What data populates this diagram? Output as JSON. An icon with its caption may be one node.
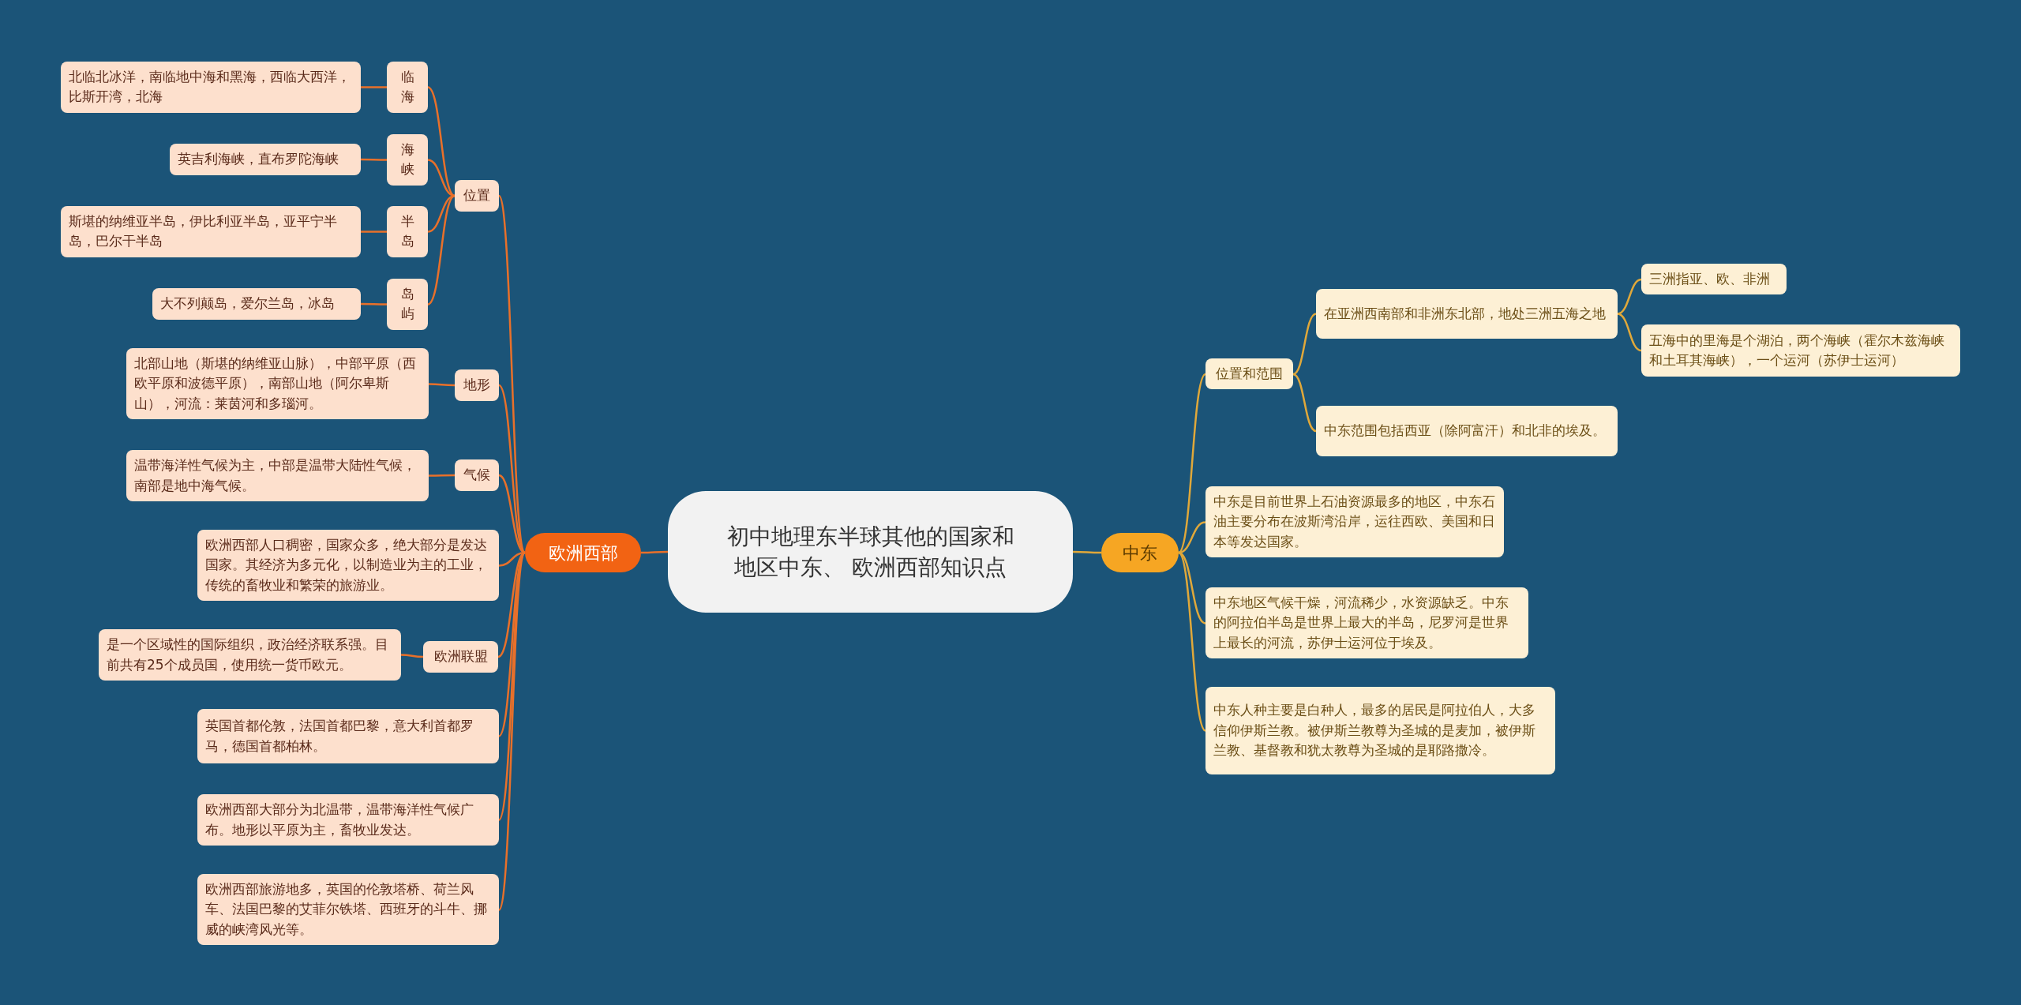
{
  "diagram": {
    "nodes": [
      {
        "text": [
          "初中地理东半球其他的国家和地区中东、 欧洲西部知识点"
        ]
      },
      {
        "text": [
          "欧洲西部"
        ]
      },
      {
        "text": [
          "位置"
        ]
      },
      {
        "text": [
          "临海"
        ]
      },
      {
        "text": [
          "北临北冰洋，南临地中海和黑海，西临大西洋，比斯开湾，北海"
        ]
      },
      {
        "text": [
          "海峡"
        ]
      },
      {
        "text": [
          "英吉利海峡，直布罗陀海峡"
        ]
      },
      {
        "text": [
          "半岛"
        ]
      },
      {
        "text": [
          "斯堪的纳维亚半岛，伊比利亚半岛，亚平宁半岛，巴尔干半岛"
        ]
      },
      {
        "text": [
          "岛屿"
        ]
      },
      {
        "text": [
          "大不列颠岛，爱尔兰岛，冰岛"
        ]
      },
      {
        "text": [
          "地形"
        ]
      },
      {
        "text": [
          "北部山地（斯堪的纳维亚山脉），中部平原（西欧平原和波德平原），南部山地（阿尔卑斯山），河流：莱茵河和多瑙河。"
        ]
      },
      {
        "text": [
          "气候"
        ]
      },
      {
        "text": [
          "温带海洋性气候为主，中部是温带大陆性气候，南部是地中海气候。"
        ]
      },
      {
        "text": [
          "欧洲西部人口稠密，国家众多，绝大部分是发达国家。其经济为多元化，以制造业为主的工业，传统的畜牧业和繁荣的旅游业。"
        ]
      },
      {
        "text": [
          "欧洲联盟"
        ]
      },
      {
        "text": [
          "是一个区域性的国际组织，政治经济联系强。目前共有25个成员国，使用统一货币欧元。"
        ]
      },
      {
        "text": [
          "英国首都伦敦，法国首都巴黎，意大利首都罗马，德国首都柏林。"
        ]
      },
      {
        "text": [
          "欧洲西部大部分为北温带，温带海洋性气候广布。地形以平原为主，畜牧业发达。"
        ]
      },
      {
        "text": [
          "欧洲西部旅游地多，英国的伦敦塔桥、荷兰风车、法国巴黎的艾菲尔铁塔、西班牙的斗牛、挪威的峡湾风光等。"
        ]
      },
      {
        "text": [
          "中东"
        ]
      },
      {
        "text": [
          "位置和范围"
        ]
      },
      {
        "text": [
          "在亚洲西南部和非洲东北部，地处三洲五海之地"
        ]
      },
      {
        "text": [
          "三洲指亚、欧、非洲"
        ]
      },
      {
        "text": [
          "五海中的里海是个湖泊，两个海峡（霍尔木兹海峡和土耳其海峡），一个运河（苏伊士运河）"
        ]
      },
      {
        "text": [
          "中东范围包括西亚（除阿富汗）和北非的埃及。"
        ]
      },
      {
        "text": [
          "中东是目前世界上石油资源最多的地区，中东石油主要分布在波斯湾沿岸，运往西欧、美国和日本等发达国家。"
        ]
      },
      {
        "text": [
          "中东地区气候干燥，河流稀少，水资源缺乏。中东的阿拉伯半岛是世界上最大的半岛，尼罗河是世界上最长的河流，苏伊士运河位于埃及。"
        ]
      },
      {
        "text": [
          "中东人种主要是白种人，最多的居民是阿拉伯人，大多信仰伊斯兰教。被伊斯兰教尊为圣城的是麦加，被伊斯兰教、基督教和犹太教尊为圣城的是耶路撒冷。"
        ]
      }
    ],
    "edges": [
      {
        "from": 0,
        "to": 1,
        "arrow": "none"
      },
      {
        "from": 0,
        "to": 21,
        "arrow": "none",
        "color": "#e0a83a"
      },
      {
        "from": 1,
        "to": 2,
        "arrow": "none"
      },
      {
        "from": 2,
        "to": 3,
        "arrow": "none"
      },
      {
        "from": 3,
        "to": 4,
        "arrow": "none"
      },
      {
        "from": 2,
        "to": 5,
        "arrow": "none"
      },
      {
        "from": 5,
        "to": 6,
        "arrow": "none"
      },
      {
        "from": 2,
        "to": 7,
        "arrow": "none"
      },
      {
        "from": 7,
        "to": 8,
        "arrow": "none"
      },
      {
        "from": 2,
        "to": 9,
        "arrow": "none"
      },
      {
        "from": 9,
        "to": 10,
        "arrow": "none"
      },
      {
        "from": 1,
        "to": 11,
        "arrow": "none"
      },
      {
        "from": 11,
        "to": 12,
        "arrow": "none"
      },
      {
        "from": 1,
        "to": 13,
        "arrow": "none"
      },
      {
        "from": 13,
        "to": 14,
        "arrow": "none"
      },
      {
        "from": 1,
        "to": 15,
        "arrow": "none"
      },
      {
        "from": 1,
        "to": 16,
        "arrow": "none"
      },
      {
        "from": 16,
        "to": 17,
        "arrow": "none"
      },
      {
        "from": 1,
        "to": 18,
        "arrow": "none"
      },
      {
        "from": 1,
        "to": 19,
        "arrow": "none"
      },
      {
        "from": 1,
        "to": 20,
        "arrow": "none"
      },
      {
        "from": 21,
        "to": 22,
        "arrow": "none",
        "color": "#e0a83a"
      },
      {
        "from": 22,
        "to": 23,
        "arrow": "none",
        "color": "#e0a83a"
      },
      {
        "from": 23,
        "to": 24,
        "arrow": "none",
        "color": "#e0a83a"
      },
      {
        "from": 23,
        "to": 25,
        "arrow": "none",
        "color": "#e0a83a"
      },
      {
        "from": 22,
        "to": 26,
        "arrow": "none",
        "color": "#e0a83a"
      },
      {
        "from": 21,
        "to": 27,
        "arrow": "none",
        "color": "#e0a83a"
      },
      {
        "from": 21,
        "to": 28,
        "arrow": "none",
        "color": "#e0a83a"
      },
      {
        "from": 21,
        "to": 29,
        "arrow": "none",
        "color": "#e0a83a"
      }
    ]
  }
}
